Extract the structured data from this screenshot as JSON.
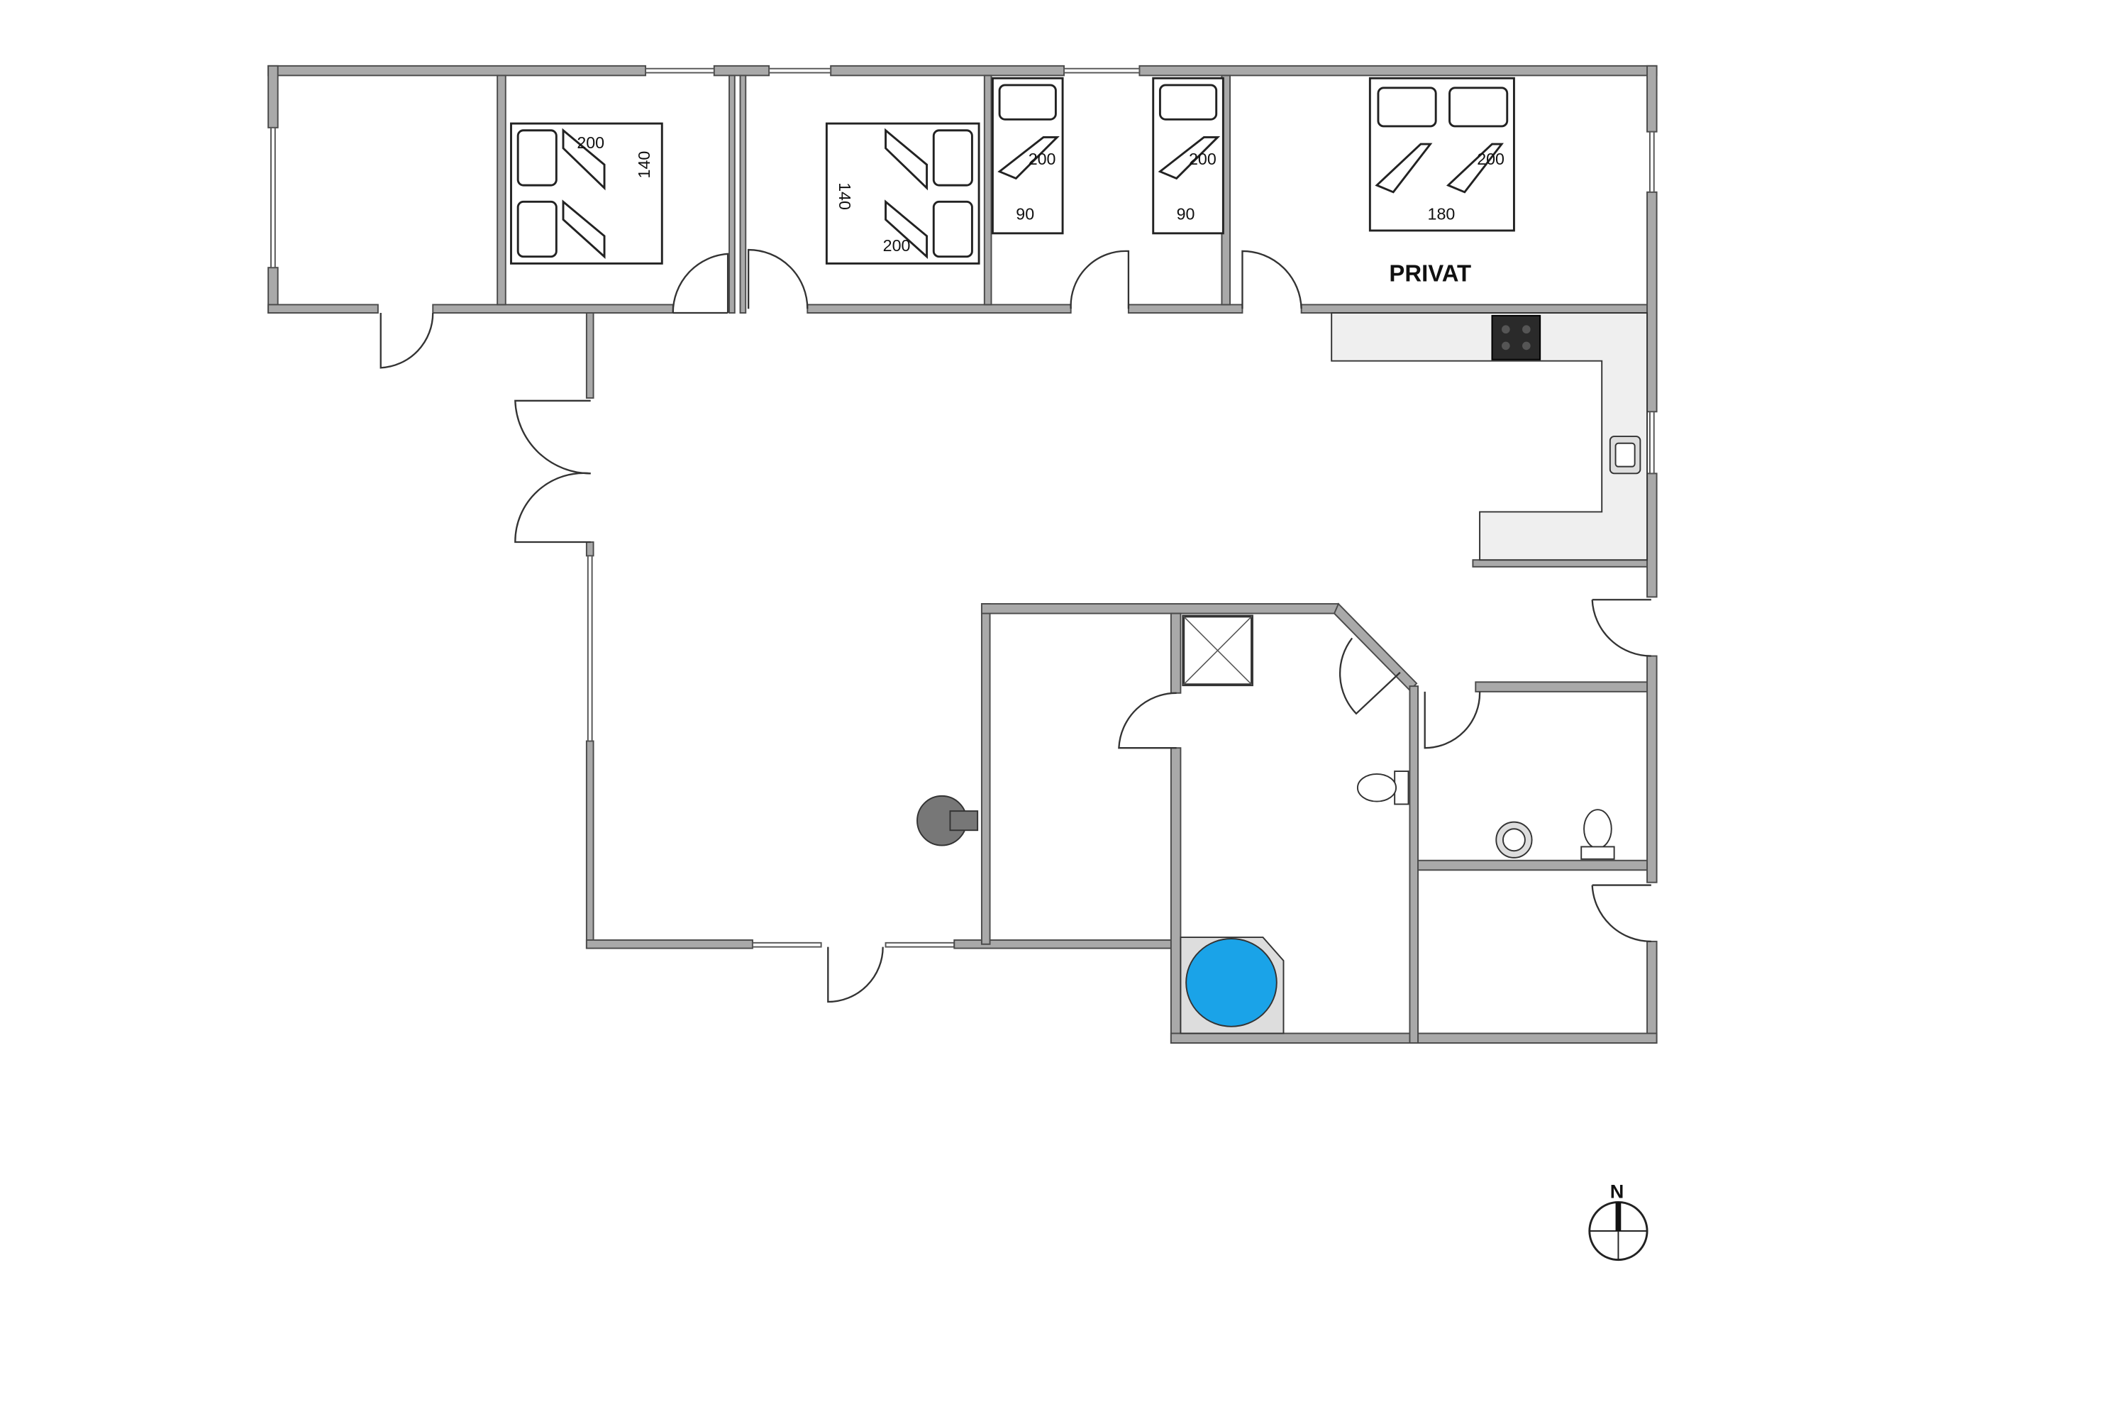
{
  "plan": {
    "room_label": "PRIVAT",
    "north_label": "N",
    "beds": [
      {
        "length": "200",
        "width": "140"
      },
      {
        "length": "200",
        "width": "140"
      },
      {
        "length": "200",
        "width": "90"
      },
      {
        "length": "200",
        "width": "90"
      },
      {
        "length": "200",
        "width": "180"
      }
    ],
    "colors": {
      "wall": "#a9a9a9",
      "bathtub": "#1aa3e8",
      "counter": "#efefef",
      "stove": "#2a2a2a"
    }
  }
}
